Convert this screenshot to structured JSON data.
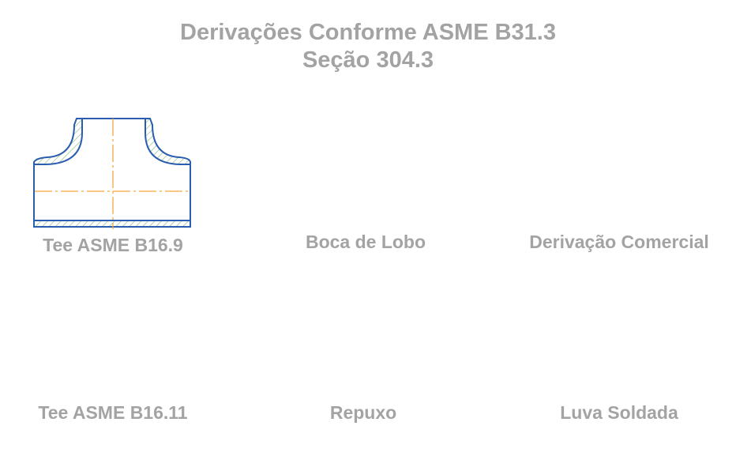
{
  "title": {
    "line1": "Derivações Conforme ASME B31.3",
    "line2": "Seção 304.3"
  },
  "colors": {
    "outline": "#2a5cb0",
    "outline_dark": "#2b4a8a",
    "hatch": "#8cc47a",
    "centerline": "#f5a742",
    "weld": "#0e2a6e",
    "caption_text": "#a3a3a3"
  },
  "figures": [
    {
      "id": "tee-b16-9",
      "label": "Tee ASME B16.9"
    },
    {
      "id": "boca-de-lobo",
      "label": "Boca de Lobo"
    },
    {
      "id": "derivacao-comercial",
      "label": "Derivação Comercial"
    },
    {
      "id": "tee-b16-11",
      "label": "Tee ASME B16.11"
    },
    {
      "id": "repuxo",
      "label": "Repuxo"
    },
    {
      "id": "luva-soldada",
      "label": "Luva Soldada"
    }
  ]
}
